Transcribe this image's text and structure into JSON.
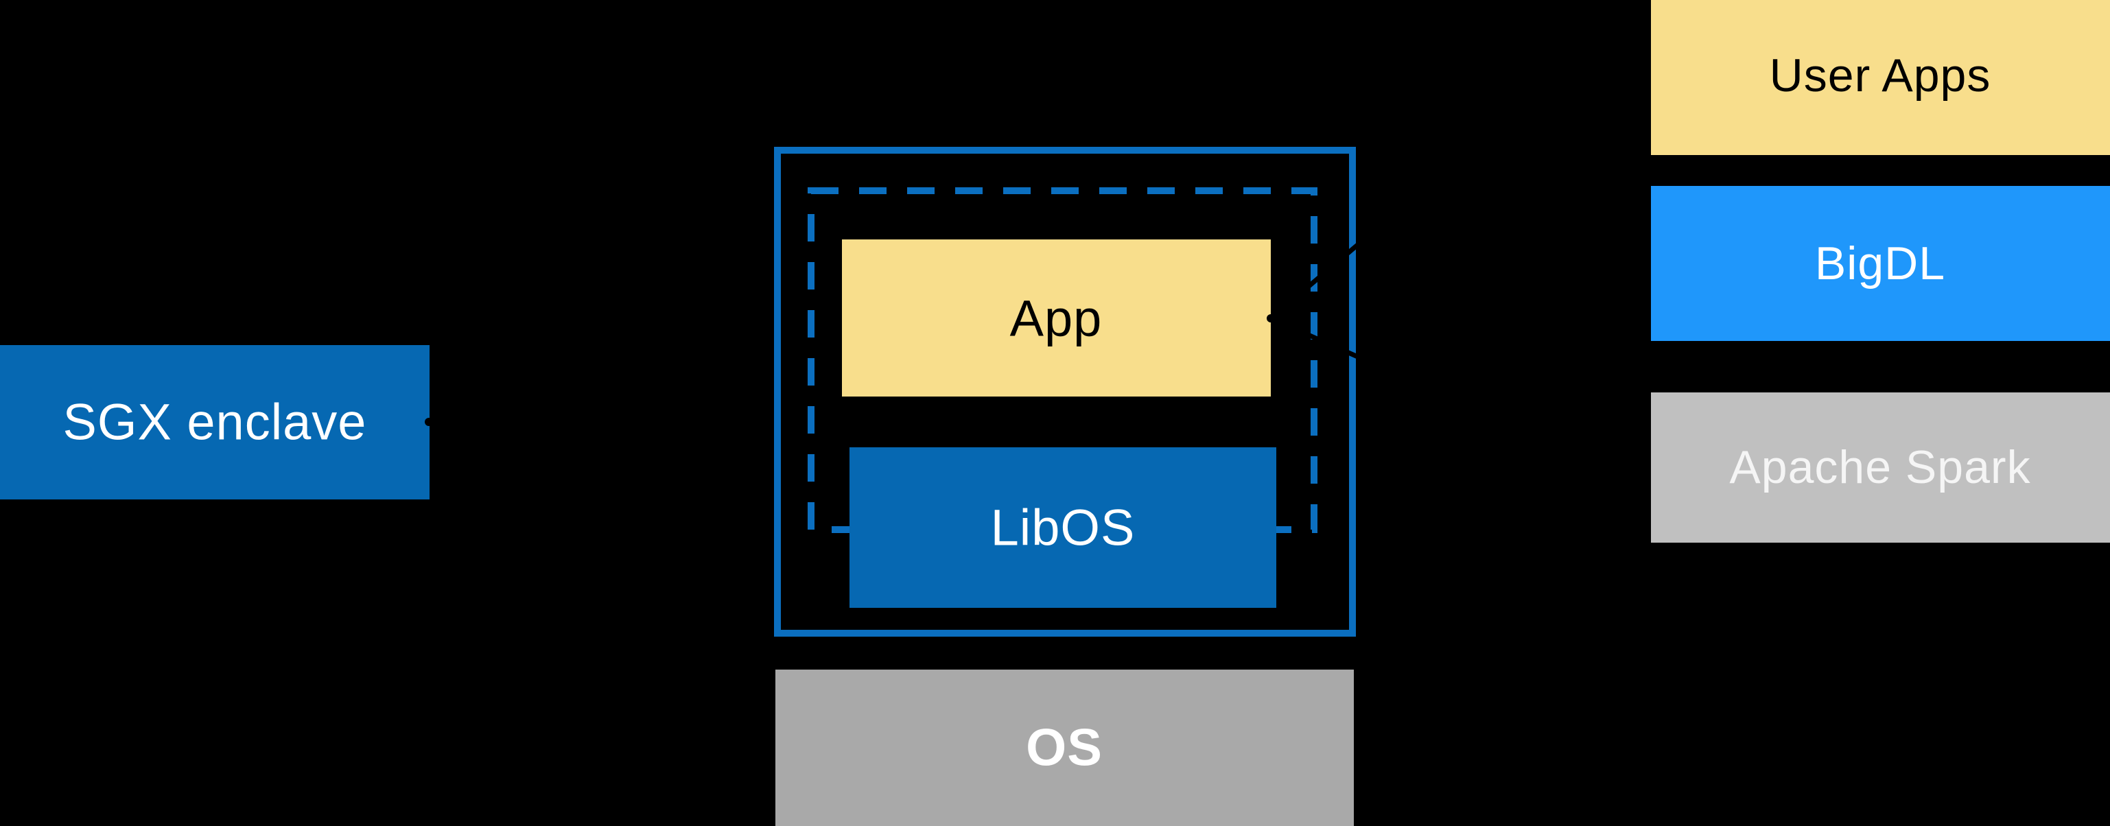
{
  "diagram": {
    "left": {
      "sgx_label": "SGX enclave"
    },
    "enclave": {
      "app_label": "App",
      "libos_label": "LibOS"
    },
    "os": {
      "label": "OS"
    },
    "stack": {
      "user_apps_label": "User Apps",
      "bigdl_label": "BigDL",
      "spark_label": "Apache Spark"
    }
  },
  "colors": {
    "background": "#000000",
    "intel_blue": "#0668B2",
    "line_blue": "#0B6FC0",
    "yellow": "#F8DE8C",
    "bright_blue": "#1F97FB",
    "os_gray": "#A9A9A9",
    "spark_gray": "#C0C0C0",
    "black": "#000000",
    "white": "#FFFFFF",
    "spark_text": "#F5F5F5"
  }
}
